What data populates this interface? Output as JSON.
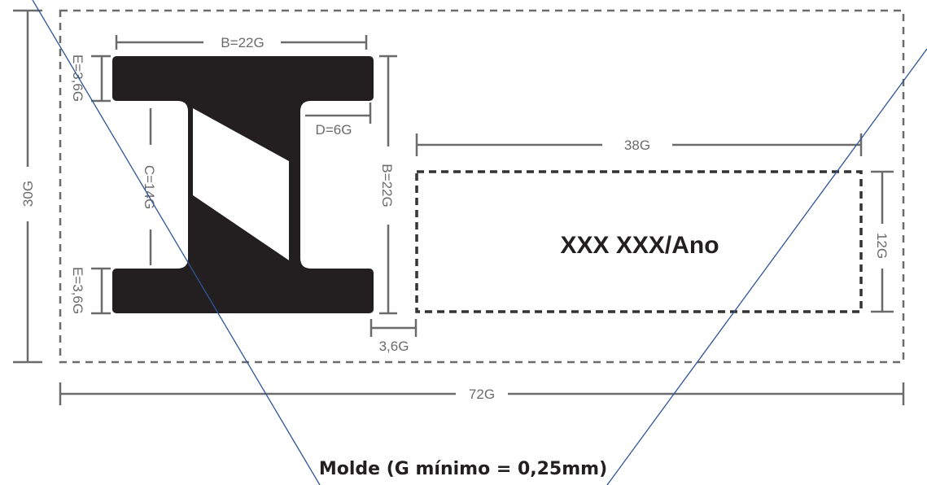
{
  "labels": {
    "b_top": "B=22G",
    "e_top": "E=3,6G",
    "e_bottom": "E=3,6G",
    "c": "C=14G",
    "d": "D=6G",
    "b_right": "B=22G",
    "gap": "3,6G",
    "height_total": "30G",
    "width_total": "72G",
    "text_width": "38G",
    "text_height": "12G"
  },
  "plate_text": "XXX XXX/Ano",
  "caption": "Molde (G mínimo = 0,25mm)",
  "colors": {
    "logo": "#231f20",
    "dimension": "#6b6b6b",
    "crossing_lines": "#2f5597"
  }
}
